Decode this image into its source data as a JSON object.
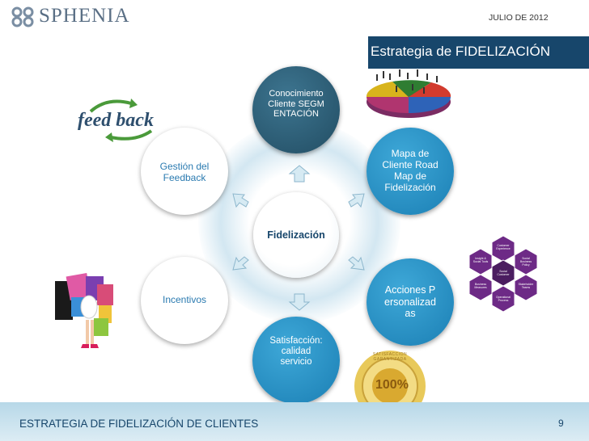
{
  "header": {
    "logo_text": "SPHENIA",
    "date": "JULIO DE 2012"
  },
  "title": "Estrategia de FIDELIZACIÓN",
  "cycle": {
    "center": "Fidelización",
    "items": [
      "Conocimiento Cliente SEGMENTACIÓN",
      "Mapa de Cliente Road Map de Fidelización",
      "Acciones Personalizadas",
      "Satisfacción: calidad servicio",
      "Incentivos",
      "Gestión del Feedback"
    ]
  },
  "images": {
    "feedback": "feed back",
    "hexagon": [
      "Customer Experience",
      "Social Business Policy",
      "Stakeholder Teams",
      "Operational Process",
      "Business Measures",
      "Insight & Social Tools",
      "Social Customer"
    ],
    "seal": "100%",
    "seal_text": "SATISFACCION GARANTIZADA"
  },
  "footer": {
    "text": "ESTRATEGIA DE FIDELIZACIÓN DE CLIENTES",
    "page": "9"
  },
  "colors": {
    "title_bar": "#17466b",
    "top_circle": "#2b5a72",
    "side_circle": "#2b8fc0",
    "left_circle": "#ffffff",
    "footer": "#b7d8e8"
  }
}
